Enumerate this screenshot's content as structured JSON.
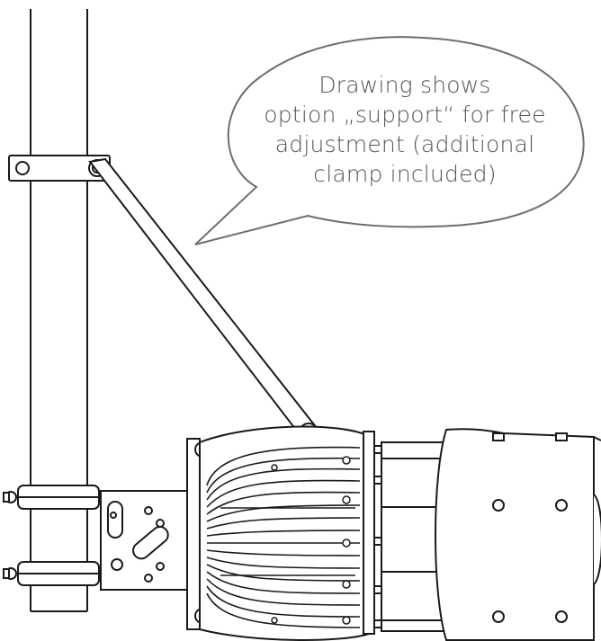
{
  "callout": {
    "lines": [
      "Drawing shows",
      "option „support“ for free",
      "adjustment (additional",
      "clamp included)"
    ]
  },
  "colors": {
    "line": "#1a1a1a",
    "callout_border": "#6e6e6e",
    "callout_text": "#555555",
    "background": "#ffffff"
  }
}
